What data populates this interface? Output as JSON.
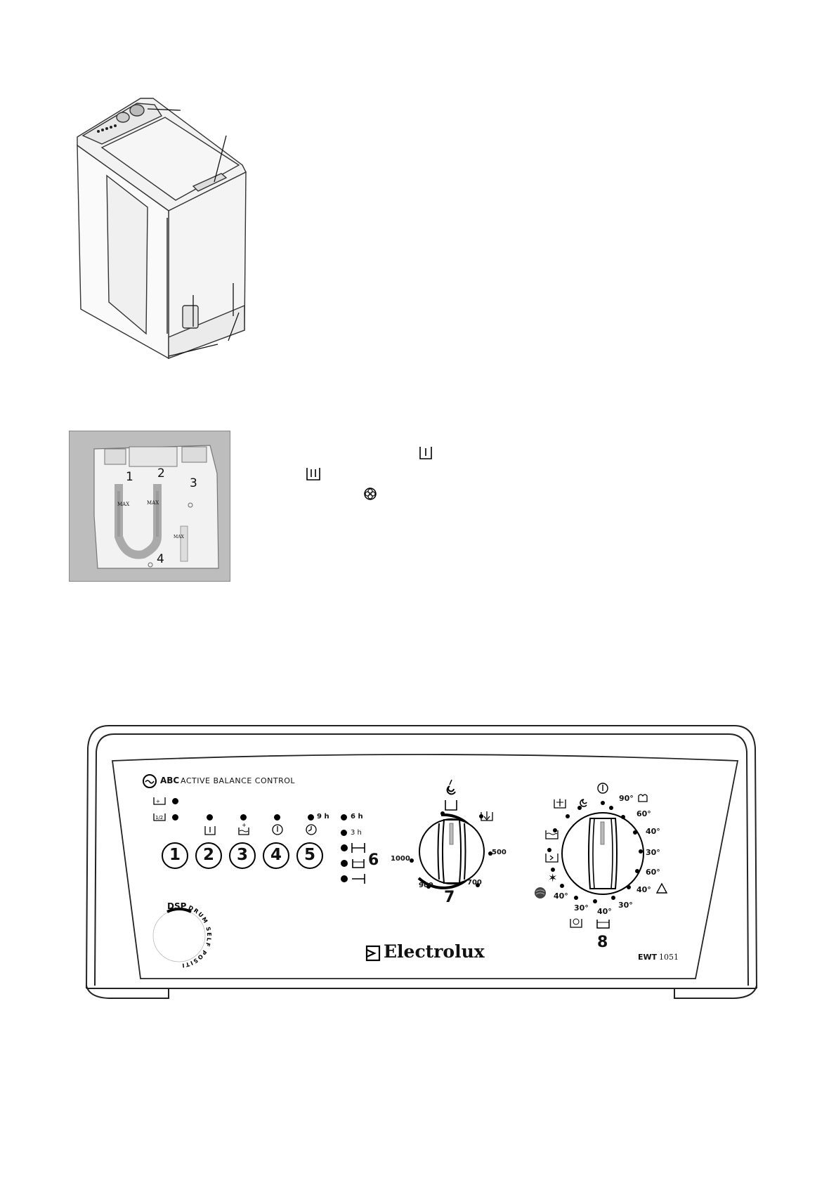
{
  "dispenser": {
    "labels": [
      "1",
      "2",
      "3",
      "4"
    ],
    "max_label": "MAX"
  },
  "panel": {
    "abc_short": "ABC",
    "abc_long": "ACTIVE BALANCE CONTROL",
    "buttons": [
      "1",
      "2",
      "3",
      "4",
      "5"
    ],
    "timer_9h": "9 h",
    "delay_6h": "6 h",
    "delay_3h": "3 h",
    "group6_label": "6",
    "spin_speeds": [
      "1000",
      "900",
      "700",
      "500"
    ],
    "dial7_label": "7",
    "dial8_label": "8",
    "prog_temps_right": [
      "90°",
      "60°",
      "40°",
      "30°",
      "60°",
      "40°",
      "30°"
    ],
    "prog_temps_bottom": [
      "40°",
      "30°",
      "40°"
    ],
    "dsp_label": "DSP",
    "dsp_ring": "DRUM SELF POSITIONING",
    "brand": "Electrolux",
    "model_prefix": "EWT",
    "model_number": "1051"
  }
}
